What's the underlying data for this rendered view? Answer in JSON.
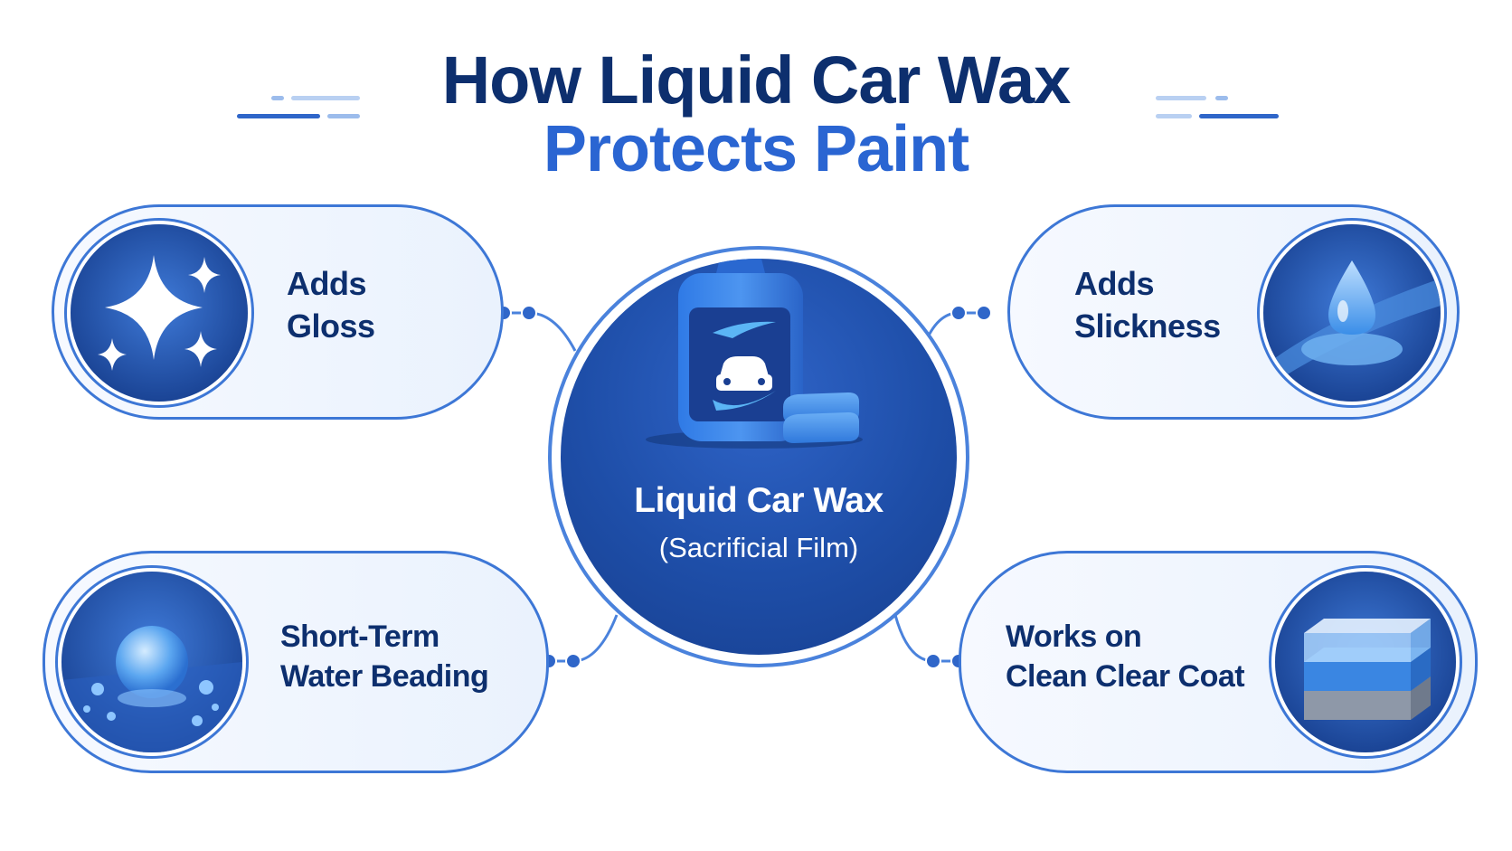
{
  "title": {
    "line1": "How Liquid Car Wax",
    "line2": "Protects Paint"
  },
  "center": {
    "title": "Liquid Car Wax",
    "subtitle": "(Sacrificial Film)",
    "icons": [
      "wax-bottle-icon",
      "car-icon",
      "folded-towel-icon"
    ]
  },
  "benefits": [
    {
      "label": "Adds\nGloss",
      "icon": "sparkle-icon"
    },
    {
      "label": "Adds\nSlickness",
      "icon": "water-drop-icon"
    },
    {
      "label": "Short-Term\nWater Beading",
      "icon": "water-bead-icon"
    },
    {
      "label": "Works on\nClean Clear Coat",
      "icon": "clear-coat-layers-icon"
    }
  ],
  "colors": {
    "navy": "#0d2f6e",
    "accent": "#2a65d2",
    "card_border": "#3d77d6",
    "disc": "#1e4ea8"
  }
}
